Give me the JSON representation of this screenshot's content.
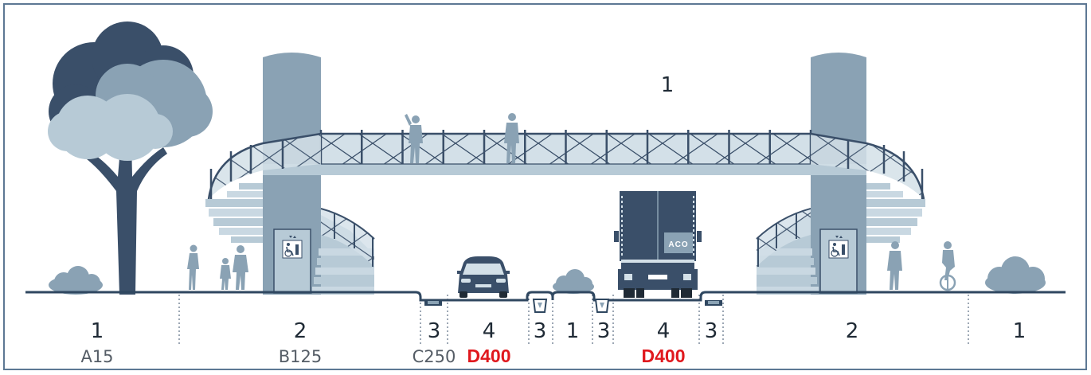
{
  "colors": {
    "dark": "#3a4f69",
    "mid": "#8aa2b4",
    "light": "#b7cad6",
    "pale": "#d3e0e8",
    "ground": "#2f4760",
    "highlight": "#e0191e"
  },
  "top_label": "1",
  "zones": [
    {
      "num": "1",
      "cls": "A15"
    },
    {
      "num": "2",
      "cls": "B125"
    },
    {
      "num": "3",
      "cls": "C250"
    },
    {
      "num": "4",
      "cls": "D400",
      "highlight": true
    },
    {
      "num": "3",
      "cls": ""
    },
    {
      "num": "1",
      "cls": ""
    },
    {
      "num": "3",
      "cls": ""
    },
    {
      "num": "4",
      "cls": "D400",
      "highlight": true
    },
    {
      "num": "3",
      "cls": ""
    },
    {
      "num": "2",
      "cls": ""
    },
    {
      "num": "1",
      "cls": ""
    }
  ],
  "truck_logo": "ACO",
  "icons": [
    "tree-icon",
    "bush-icon",
    "elevator-accessibility-icon",
    "pedestrian-icon",
    "cyclist-icon",
    "car-icon",
    "truck-icon"
  ]
}
